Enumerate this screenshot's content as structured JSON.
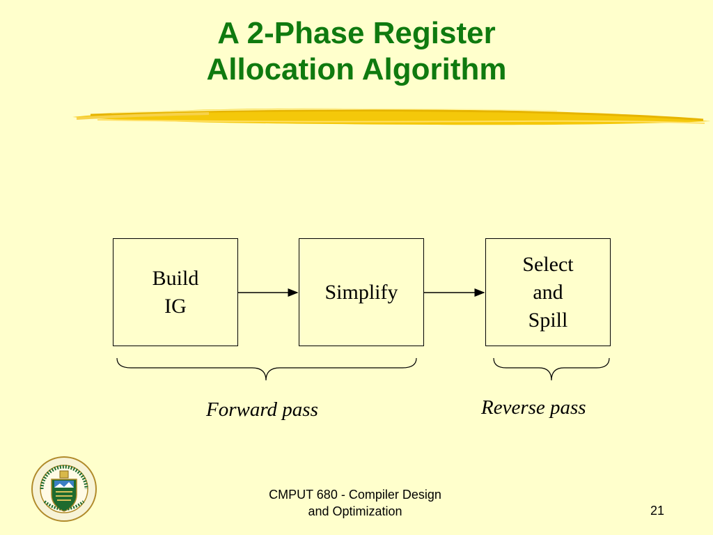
{
  "slide": {
    "title_line1": "A 2-Phase Register",
    "title_line2": "Allocation Algorithm"
  },
  "diagram": {
    "boxes": [
      {
        "lines": [
          "Build",
          "IG"
        ]
      },
      {
        "lines": [
          "Simplify"
        ]
      },
      {
        "lines": [
          "Select",
          "and",
          "Spill"
        ]
      }
    ],
    "forward_label": "Forward pass",
    "reverse_label": "Reverse pass"
  },
  "footer": {
    "course_line1": "CMPUT 680 - Compiler Design",
    "course_line2": "and Optimization",
    "page_number": "21"
  },
  "colors": {
    "background": "#ffffcc",
    "title": "#0f7a0f",
    "accent_brush": "#f2c200"
  },
  "icons": [
    "university-of-alberta-crest-icon"
  ]
}
